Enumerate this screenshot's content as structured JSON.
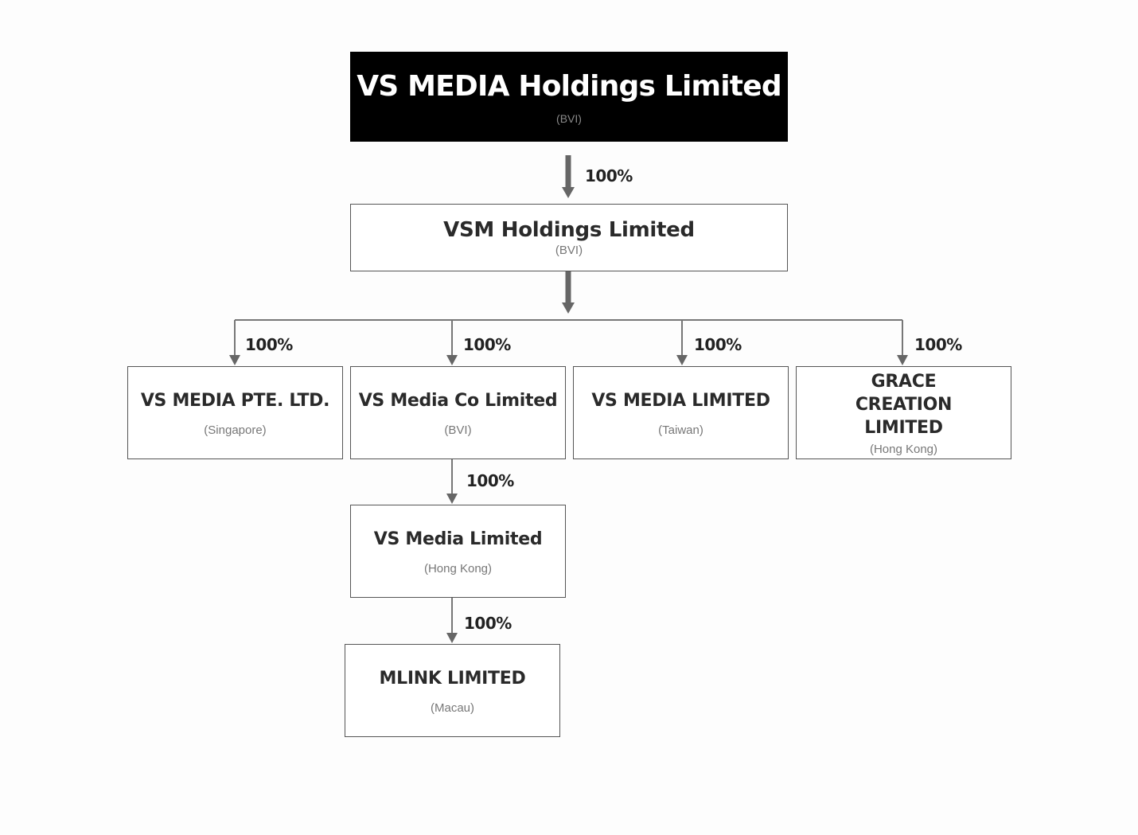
{
  "entities": {
    "parent": {
      "name": "VS MEDIA Holdings Limited",
      "jurisdiction": "(BVI)"
    },
    "vsm": {
      "name": "VSM Holdings Limited",
      "jurisdiction": "(BVI)"
    },
    "singapore": {
      "name": "VS MEDIA PTE. LTD.",
      "jurisdiction": "(Singapore)"
    },
    "co": {
      "name": "VS Media Co Limited",
      "jurisdiction": "(BVI)"
    },
    "taiwan": {
      "name": "VS MEDIA LIMITED",
      "jurisdiction": "(Taiwan)"
    },
    "grace": {
      "name": "GRACE CREATION LIMITED",
      "jurisdiction": "(Hong Kong)"
    },
    "hk": {
      "name": "VS Media Limited",
      "jurisdiction": "(Hong Kong)"
    },
    "mlink": {
      "name": "MLINK LIMITED",
      "jurisdiction": "(Macau)"
    }
  },
  "ownership": {
    "parent_to_vsm": "100%",
    "vsm_to_singapore": "100%",
    "vsm_to_co": "100%",
    "vsm_to_taiwan": "100%",
    "vsm_to_grace": "100%",
    "co_to_hk": "100%",
    "hk_to_mlink": "100%"
  },
  "colors": {
    "top_box_fill": "#000000",
    "arrow": "#666666",
    "box_border": "#555555"
  }
}
